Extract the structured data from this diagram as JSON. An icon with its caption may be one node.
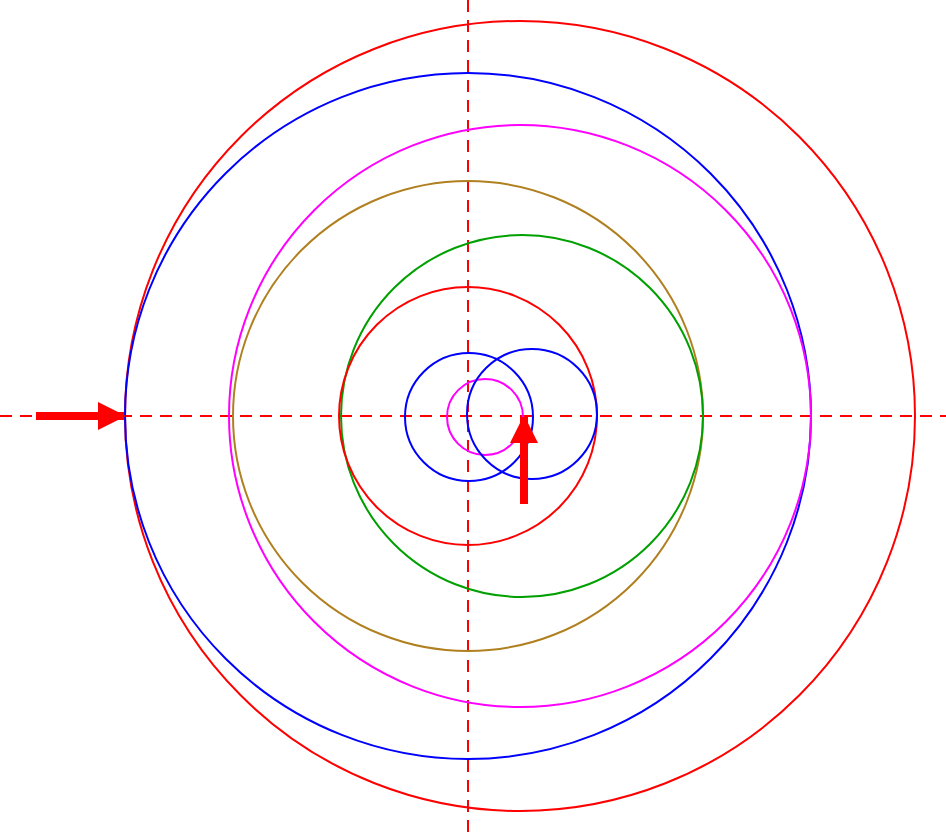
{
  "diagram": {
    "nodes": [
      {
        "text": [],
        "shape": "circle"
      },
      {
        "text": [],
        "shape": "circle",
        "in": 0
      },
      {
        "text": [],
        "shape": "circle",
        "in": 1
      },
      {
        "text": [],
        "shape": "circle",
        "in": 2
      },
      {
        "text": [],
        "shape": "circle",
        "in": 3
      },
      {
        "text": [],
        "shape": "circle",
        "in": 4
      },
      {
        "text": [],
        "shape": "circle",
        "in": 5
      },
      {
        "text": [],
        "shape": "circle",
        "in": 5
      },
      {
        "text": [],
        "shape": "circle",
        "in": 6
      }
    ],
    "edges": [
      {
        "from": null,
        "to": 1,
        "arrow": "to"
      },
      {
        "from": null,
        "to": 8,
        "arrow": "to"
      }
    ]
  }
}
